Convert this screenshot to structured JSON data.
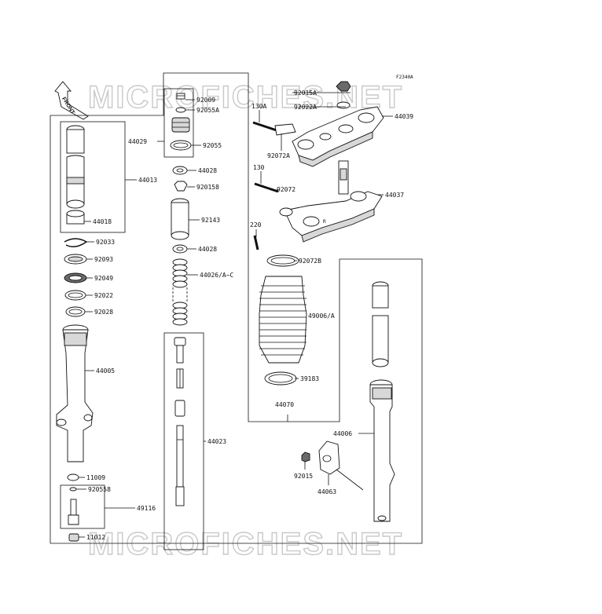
{
  "diagram": {
    "ref_code": "F2340A",
    "watermark": "MICROFICHES.NET",
    "front_label": "FRONT",
    "colors": {
      "line": "#111111",
      "watermark": "#c9c9c9",
      "fill": "#d8d8d8"
    },
    "parts": [
      {
        "id": "92015A"
      },
      {
        "id": "92022A"
      },
      {
        "id": "44039"
      },
      {
        "id": "130A"
      },
      {
        "id": "92072A"
      },
      {
        "id": "130"
      },
      {
        "id": "92072"
      },
      {
        "id": "44037"
      },
      {
        "id": "220"
      },
      {
        "id": "92072B"
      },
      {
        "id": "49006/A"
      },
      {
        "id": "39183"
      },
      {
        "id": "44070"
      },
      {
        "id": "92009"
      },
      {
        "id": "92055A"
      },
      {
        "id": "44029"
      },
      {
        "id": "92055"
      },
      {
        "id": "44028"
      },
      {
        "id": "920158"
      },
      {
        "id": "92143"
      },
      {
        "id": "44028"
      },
      {
        "id": "44026/A~C"
      },
      {
        "id": "44013"
      },
      {
        "id": "44018"
      },
      {
        "id": "92033"
      },
      {
        "id": "92093"
      },
      {
        "id": "92049"
      },
      {
        "id": "92022"
      },
      {
        "id": "92028"
      },
      {
        "id": "44005"
      },
      {
        "id": "44023"
      },
      {
        "id": "11009"
      },
      {
        "id": "920558"
      },
      {
        "id": "49116"
      },
      {
        "id": "11012"
      },
      {
        "id": "44006"
      },
      {
        "id": "92015"
      },
      {
        "id": "44063"
      }
    ]
  }
}
